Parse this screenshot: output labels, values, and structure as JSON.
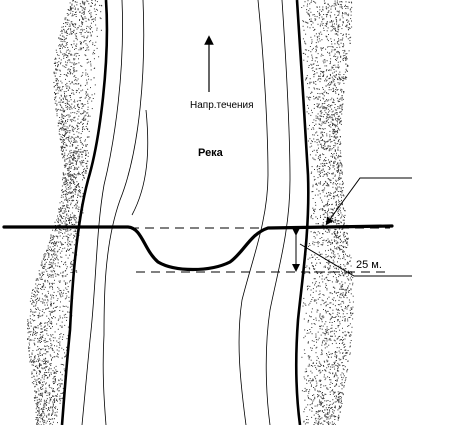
{
  "labels": {
    "flow_direction": "Напр.течения",
    "river": "Река",
    "distance": "25 м."
  },
  "colors": {
    "ink": "#000000",
    "stipple": "#333333",
    "background": "#ffffff"
  },
  "icons": {
    "flow": "arrow-up-icon",
    "dimension": "double-arrow-icon"
  }
}
